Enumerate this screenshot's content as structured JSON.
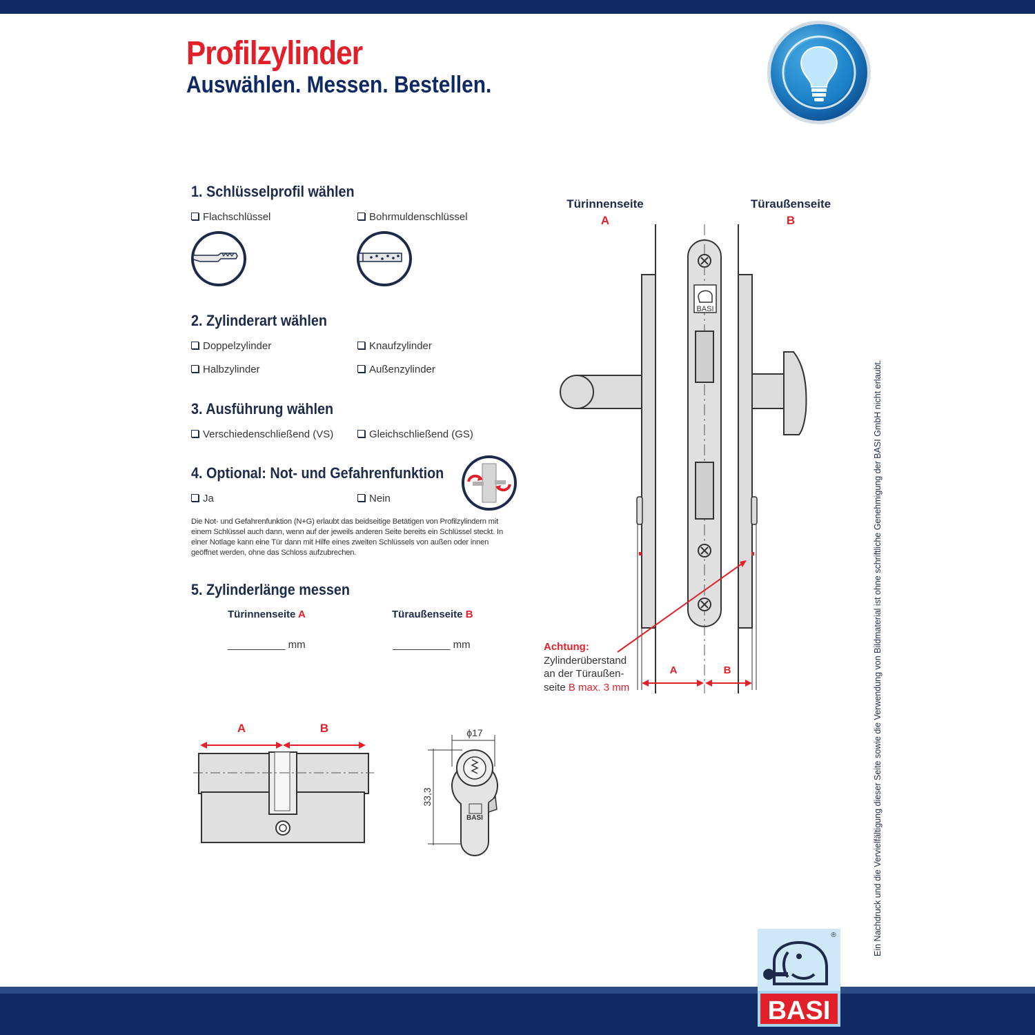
{
  "header": {
    "title": "Profilzylinder",
    "subtitle": "Auswählen. Messen. Bestellen."
  },
  "sections": {
    "s1": {
      "heading": "1. Schlüsselprofil wählen",
      "options": [
        "Flachschlüssel",
        "Bohrmuldenschlüssel"
      ]
    },
    "s2": {
      "heading": "2. Zylinderart wählen",
      "options": [
        "Doppelzylinder",
        "Knaufzylinder",
        "Halbzylinder",
        "Außenzylinder"
      ]
    },
    "s3": {
      "heading": "3. Ausführung wählen",
      "options": [
        "Verschiedenschließend (VS)",
        "Gleichschließend (GS)"
      ]
    },
    "s4": {
      "heading": "4. Optional: Not- und Gefahrenfunktion",
      "options": [
        "Ja",
        "Nein"
      ],
      "description": "Die Not- und Gefahrenfunktion (N+G) erlaubt das beidseitige Betätigen von Profilzylindern mit einem Schlüssel auch dann, wenn auf der jeweils anderen Seite bereits ein Schlüssel steckt. In einer Notlage kann eine Tür dann mit Hilfe eines zweiten Schlüssels von außen oder innen geöffnet werden, ohne das Schloss aufzubrechen."
    },
    "s5": {
      "heading": "5. Zylinderlänge messen",
      "inner_label": "Türinnenseite",
      "inner_letter": "A",
      "outer_label": "Türaußenseite",
      "outer_letter": "B",
      "blank": "__________",
      "unit": "mm"
    }
  },
  "cylinder_drawing": {
    "label_a": "A",
    "label_b": "B",
    "diameter": "ϕ17",
    "height": "33,3",
    "brand": "BASI"
  },
  "door_drawing": {
    "inner_label": "Türinnenseite",
    "inner_letter": "A",
    "outer_label": "Türaußenseite",
    "outer_letter": "B",
    "dim_a": "A",
    "dim_b": "B",
    "plate_brand": "BASI",
    "warning_head": "Achtung:",
    "warning_line1": "Zylinderüberstand",
    "warning_line2": "an der Türaußen-",
    "warning_line3a": "seite",
    "warning_line3b": "B max. 3 mm"
  },
  "side_note": "Ein Nachdruck und die Vervielfältigung dieser Seite sowie die Verwendung von Bildmaterial ist ohne schriftliche Genehmigung der BASI GmbH nicht erlaubt.",
  "logo": {
    "text": "BASI",
    "registered": "®"
  },
  "colors": {
    "navy": "#0f2a63",
    "red": "#e1202a",
    "steel": "#d9d9d9"
  }
}
